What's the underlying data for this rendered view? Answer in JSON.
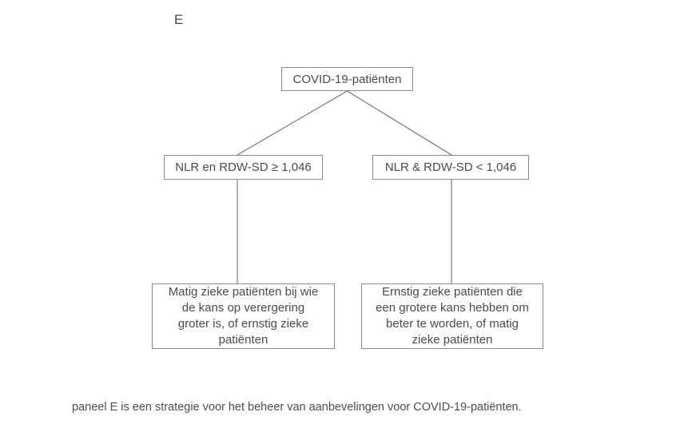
{
  "figure": {
    "panel_letter": "E",
    "caption": "paneel E is een strategie voor het beheer van aanbevelingen voor COVID-19-patiënten.",
    "colors": {
      "background": "#ffffff",
      "box_border": "#8a8a8a",
      "connector": "#6f6f6f",
      "text": "#4b4b4b"
    }
  },
  "chart_data": {
    "type": "diagram",
    "title": "",
    "nodes": [
      {
        "id": "root",
        "label": "COVID-19-patiënten",
        "level": 0
      },
      {
        "id": "left-criterion",
        "label": "NLR en RDW-SD ≥ 1,046",
        "level": 1
      },
      {
        "id": "right-criterion",
        "label": "NLR & RDW-SD < 1,046",
        "level": 1
      },
      {
        "id": "left-outcome",
        "label": "Matig zieke patiënten bij wie\nde kans op verergering\ngroter is, of ernstig zieke\npatiënten",
        "level": 2
      },
      {
        "id": "right-outcome",
        "label": "Ernstig zieke patiënten die\neen grotere kans hebben om\nbeter te worden, of matig\nzieke patiënten",
        "level": 2
      }
    ],
    "edges": [
      {
        "from": "root",
        "to": "left-criterion"
      },
      {
        "from": "root",
        "to": "right-criterion"
      },
      {
        "from": "left-criterion",
        "to": "left-outcome"
      },
      {
        "from": "right-criterion",
        "to": "right-outcome"
      }
    ]
  }
}
